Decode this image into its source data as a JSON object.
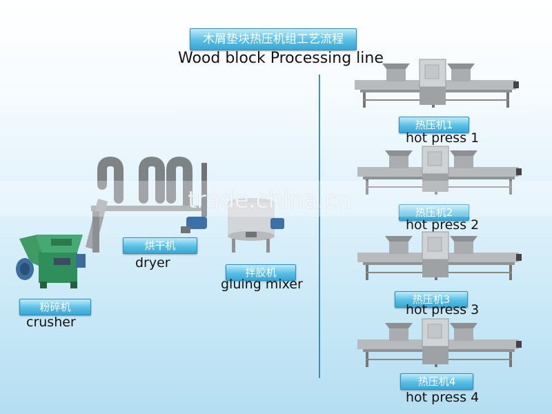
{
  "header": {
    "title_cn": "木屑垫块热压机组工艺流程",
    "title_en": "Wood block Processing line"
  },
  "watermark": "trade.china.cn",
  "steps": {
    "crusher": {
      "label_cn": "粉碎机",
      "label_en": "crusher"
    },
    "dryer": {
      "label_cn": "烘干机",
      "label_en": "dryer"
    },
    "gluing_mixer": {
      "label_cn": "拌胶机",
      "label_en": "gluing mixer"
    }
  },
  "presses": [
    {
      "label_cn": "热压机1",
      "label_en": "hot press 1"
    },
    {
      "label_cn": "热压机2",
      "label_en": "hot press 2"
    },
    {
      "label_cn": "热压机3",
      "label_en": "hot press 3"
    },
    {
      "label_cn": "热压机4",
      "label_en": "hot press 4"
    }
  ],
  "colors": {
    "tag_blue": "#4fb8e3",
    "line_blue": "#3a8fc2",
    "machine_grey": "#b8bcbf",
    "machine_green": "#2f8f5a",
    "motor_blue": "#3d6fa8"
  }
}
